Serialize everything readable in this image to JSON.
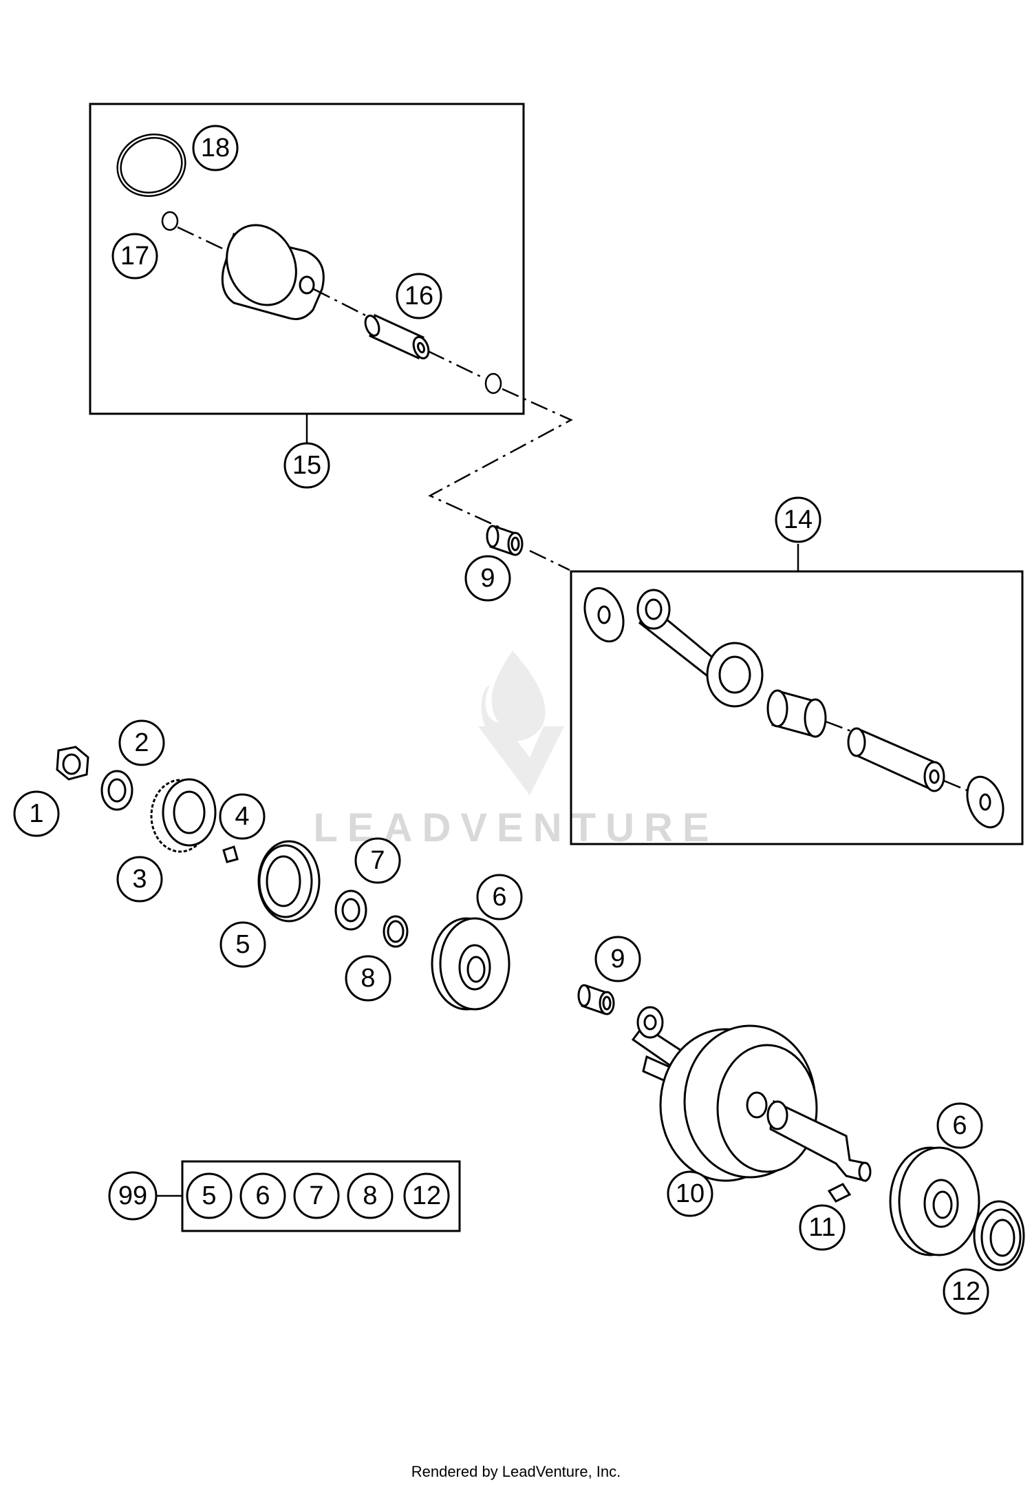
{
  "diagram": {
    "callouts": {
      "c1": "1",
      "c2": "2",
      "c3": "3",
      "c4": "4",
      "c5": "5",
      "c6a": "6",
      "c6b": "6",
      "c7": "7",
      "c8": "8",
      "c9a": "9",
      "c9b": "9",
      "c10": "10",
      "c11": "11",
      "c12": "12",
      "c14": "14",
      "c15": "15",
      "c16": "16",
      "c17": "17",
      "c18": "18"
    },
    "kit": {
      "label": "99",
      "items": [
        "5",
        "6",
        "7",
        "8",
        "12"
      ]
    },
    "watermark": "LEADVENTURE"
  },
  "footer": "Rendered by LeadVenture, Inc.",
  "colors": {
    "line": "#000000",
    "watermark": "#d9d9d9",
    "background": "#ffffff"
  }
}
